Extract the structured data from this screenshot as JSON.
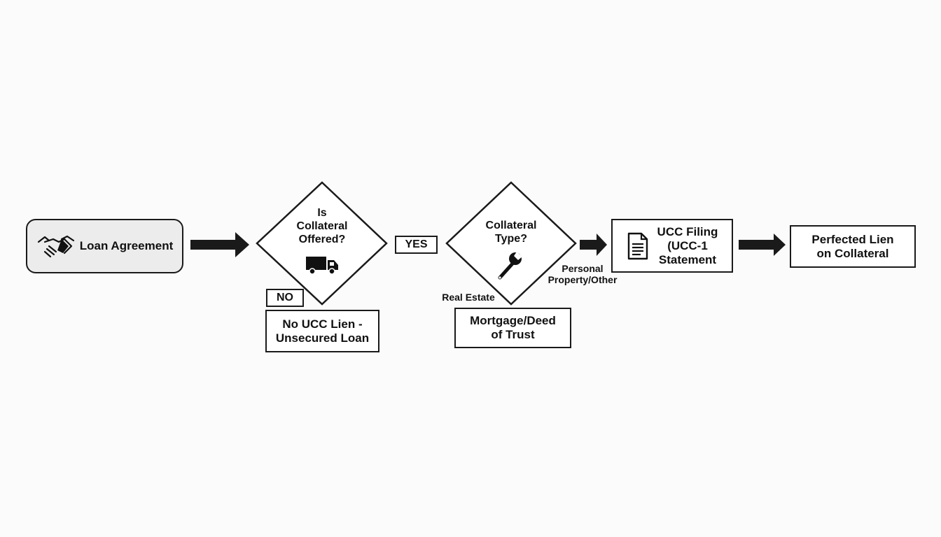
{
  "nodes": {
    "loan_agreement": {
      "label": "Loan Agreement",
      "icon": "handshake-icon"
    },
    "collateral_offered": {
      "label": "Is\nCollateral\nOffered?",
      "icon": "truck-icon"
    },
    "collateral_type": {
      "label": "Collateral\nType?",
      "icon": "wrench-icon"
    },
    "ucc_filing": {
      "label": "UCC Filing\n(UCC-1\nStatement",
      "icon": "document-icon"
    },
    "perfected_lien": {
      "label": "Perfected Lien\non Collateral"
    },
    "no_ucc_lien": {
      "label": "No UCC Lien -\nUnsecured Loan"
    },
    "mortgage": {
      "label": "Mortgage/Deed\nof Trust"
    }
  },
  "edge_labels": {
    "yes": "YES",
    "no": "NO",
    "personal_property": "Personal\nProperty/Other",
    "real_estate": "Real Estate"
  }
}
